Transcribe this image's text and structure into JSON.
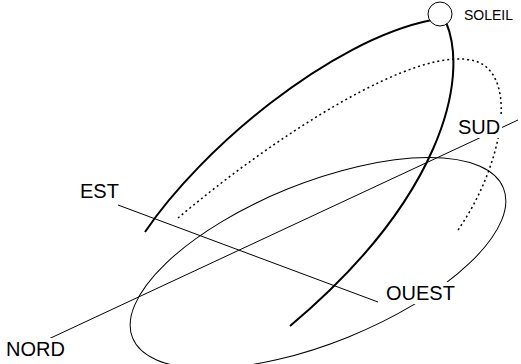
{
  "diagram": {
    "labels": [
      "SOLEIL",
      "EST",
      "SUD",
      "OUEST",
      "NORD"
    ]
  }
}
